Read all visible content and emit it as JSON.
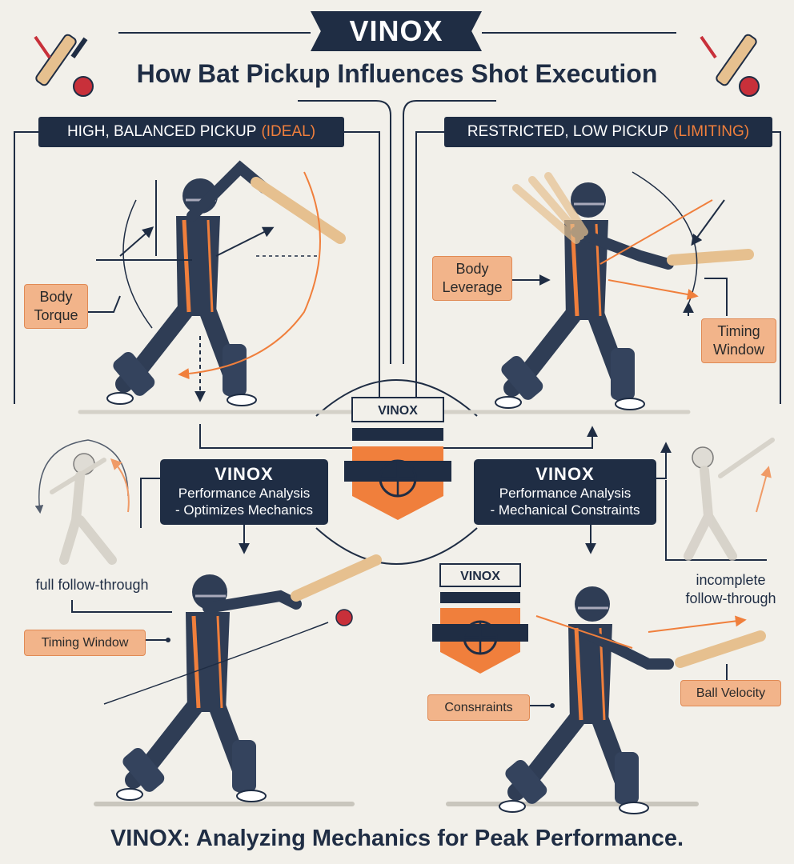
{
  "header": {
    "brand": "VINOX",
    "title": "How Bat Pickup Influences Shot Execution"
  },
  "left_panel": {
    "title": "HIGH, BALANCED PICKUP",
    "title_accent": "(IDEAL)",
    "tag_body": "Body\nTorque",
    "analysis_title": "VINOX",
    "analysis_line1": "Performance Analysis",
    "analysis_line2": "- Optimizes Mechanics",
    "note_follow": "full follow-through",
    "tag_timing": "Timing Window"
  },
  "right_panel": {
    "title": "RESTRICTED, LOW PICKUP",
    "title_accent": "(LIMITING)",
    "tag_body": "Body\nLeverage",
    "tag_timing": "Timing\nWindow",
    "analysis_title": "VINOX",
    "analysis_line1": "Performance Analysis",
    "analysis_line2": "- Mechanical Constraints",
    "note_follow": "incomplete\nfollow-through",
    "tag_velocity": "Ball Velocity",
    "tag_constraints": "Consнraints"
  },
  "center_logo": {
    "label": "VINOX"
  },
  "small_logo": {
    "label": "VINOX"
  },
  "footer": {
    "text": "VINOX: Analyzing Mechanics for Peak Performance."
  },
  "colors": {
    "navy": "#1f2d44",
    "orange": "#f07f3c",
    "tag_fill": "#f2b48a",
    "background": "#f2f0ea",
    "bat": "#e6c08f",
    "ball": "#c8303a"
  }
}
